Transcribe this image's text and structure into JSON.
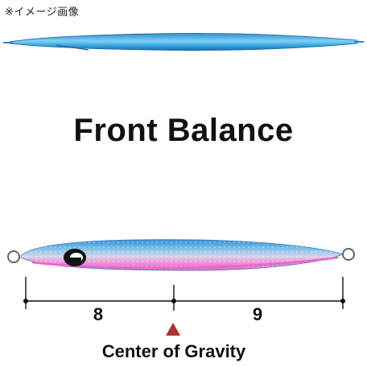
{
  "note": "※イメージ画像",
  "headline": "Front Balance",
  "scale": {
    "front_length": "8",
    "rear_length": "9"
  },
  "center_label": "Center of Gravity",
  "colors": {
    "lure_blue": "#3aa6e0",
    "lure_pink": "#e89ad6",
    "marker_red": "#b0322e",
    "line": "#111111"
  },
  "icons": {
    "marker": "triangle-up-icon",
    "eye": "lure-eye-icon"
  }
}
